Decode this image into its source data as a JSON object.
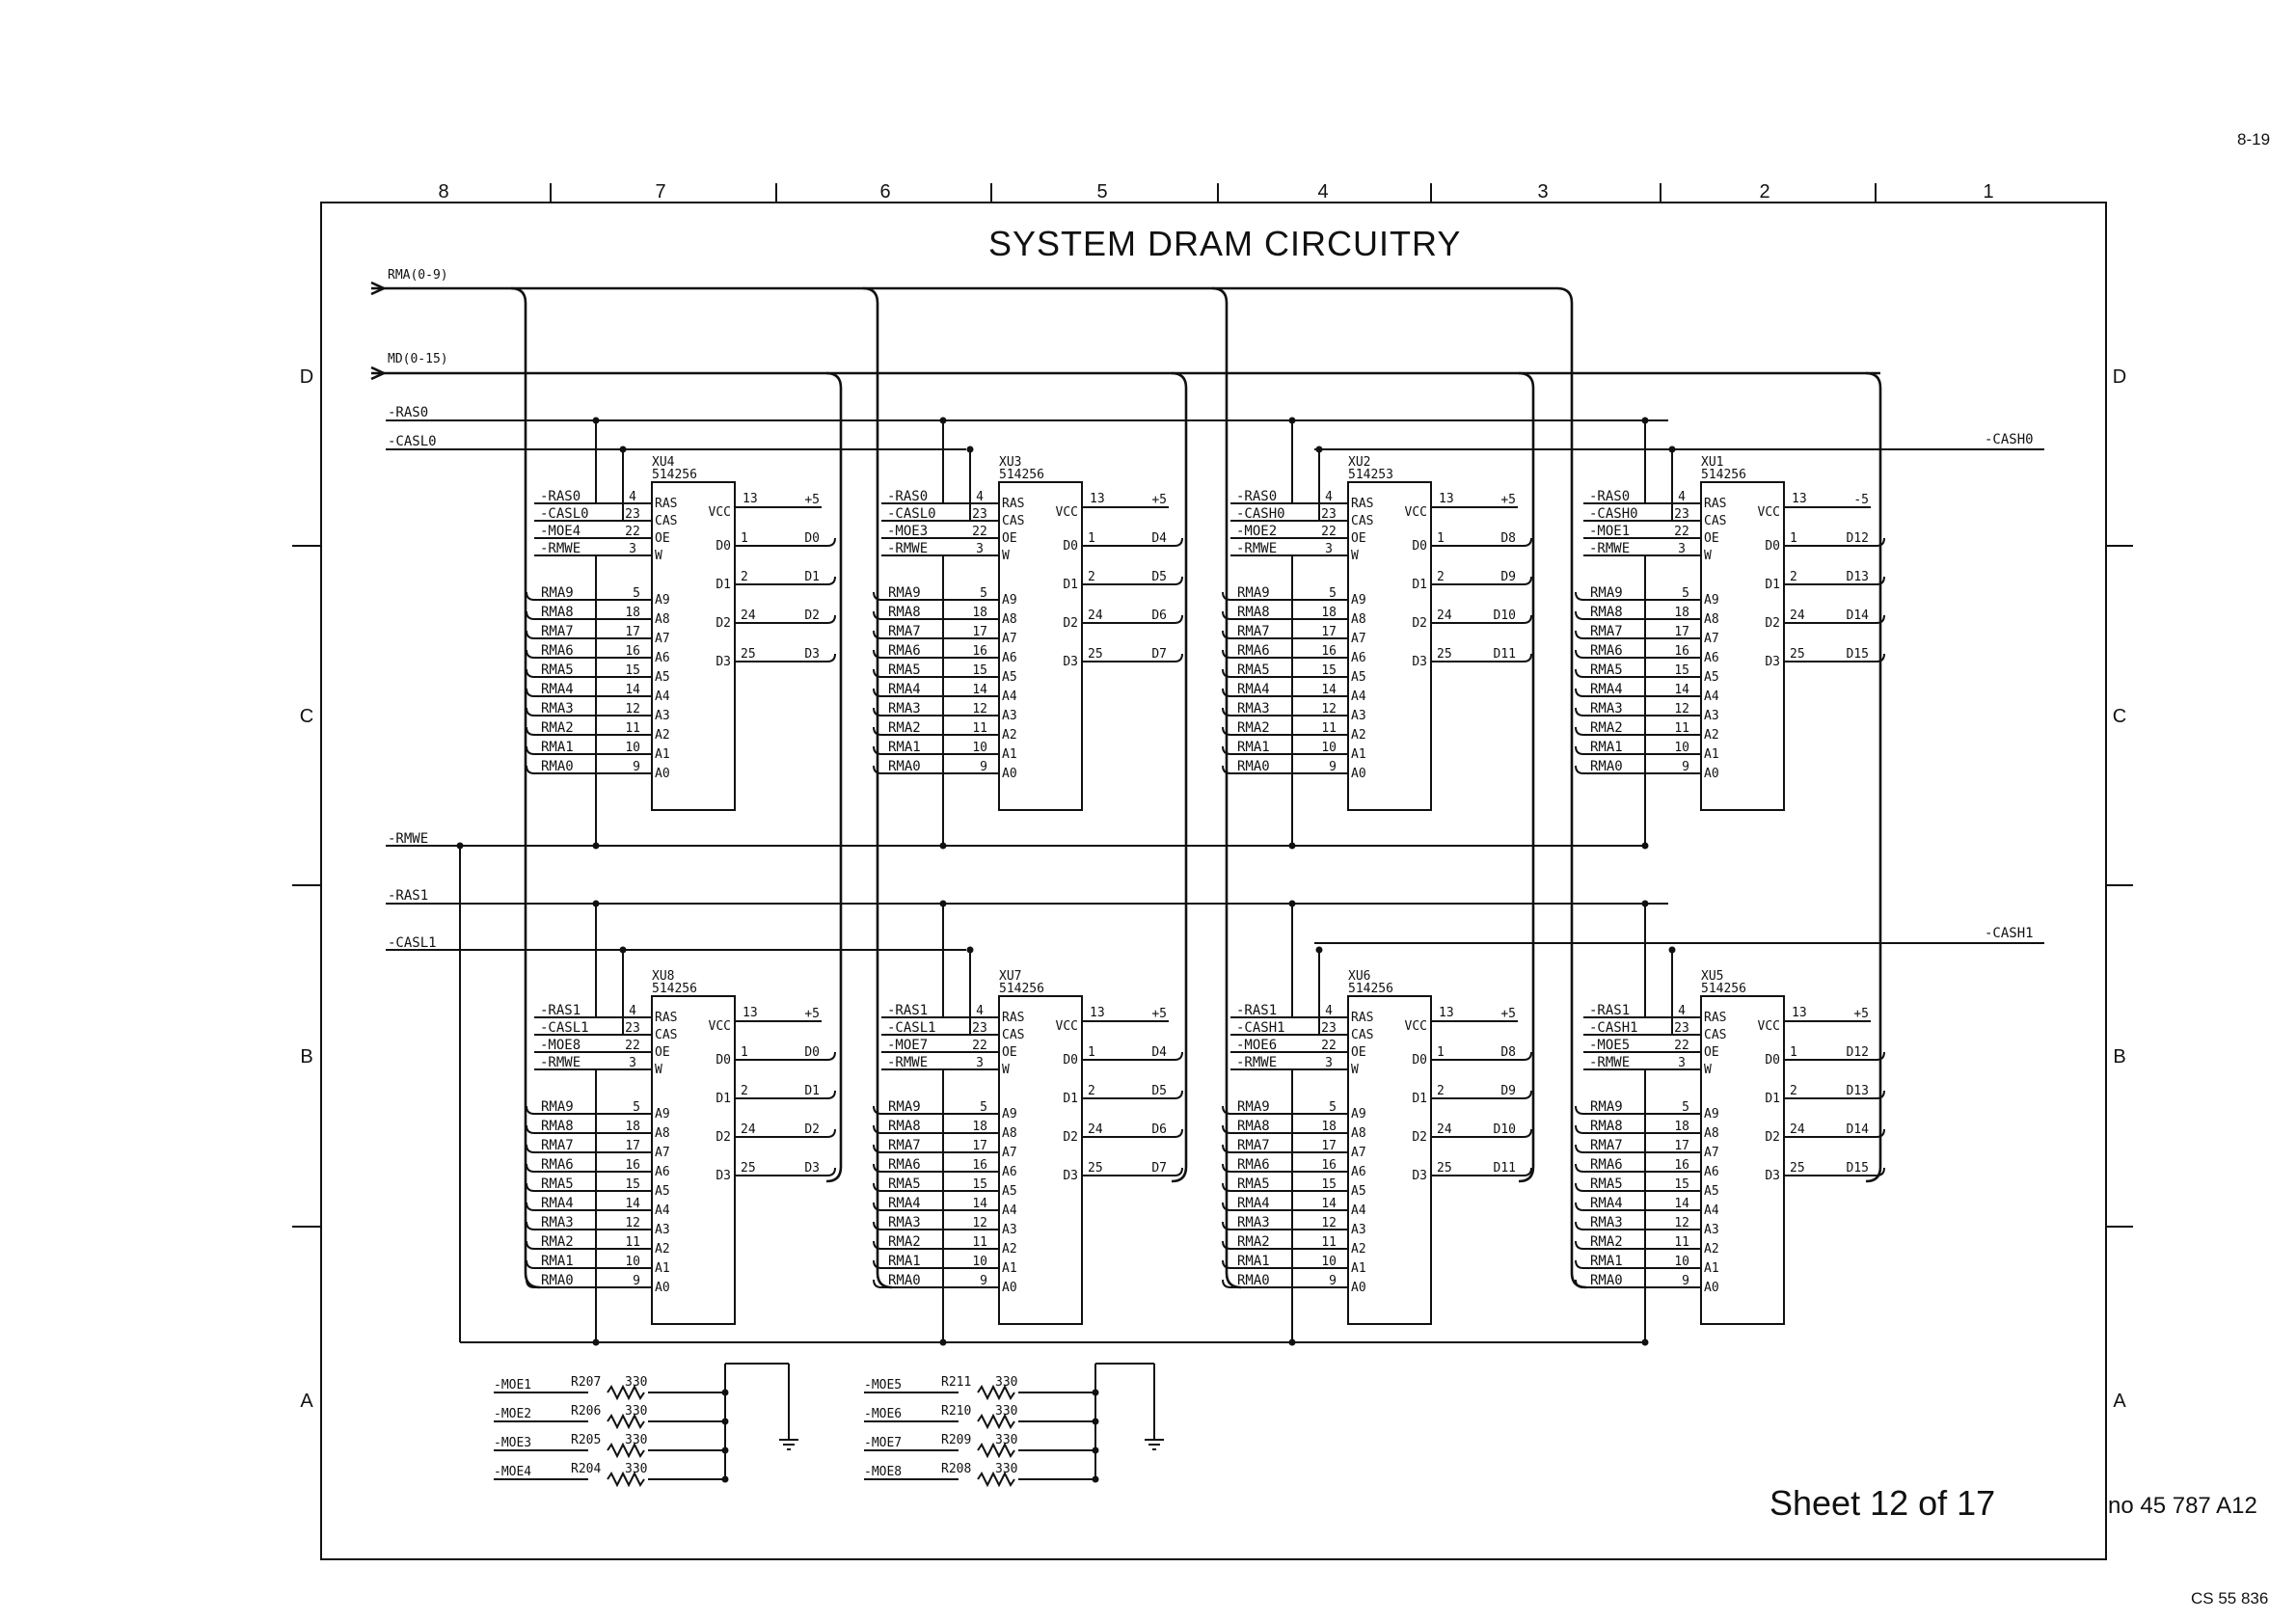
{
  "title": "SYSTEM DRAM CIRCUITRY",
  "sheet": "Sheet 12 of 17",
  "page_ref": "8-19",
  "doc_number": "no 45 787 A12",
  "footer_code": "CS 55 836",
  "columns": [
    "8",
    "7",
    "6",
    "5",
    "4",
    "3",
    "2",
    "1"
  ],
  "rows": [
    "D",
    "C",
    "B",
    "A"
  ],
  "bus_rma": "RMA(0-9)",
  "bus_md": "MD(0-15)",
  "global_signals": {
    "ras0": "-RAS0",
    "casl0": "-CASL0",
    "cash0": "-CASH0",
    "rmwe": "-RMWE",
    "ras1": "-RAS1",
    "casl1": "-CASL1",
    "cash1": "-CASH1"
  },
  "chips": [
    {
      "ref": "XU4",
      "part": "514256",
      "ras": "-RAS0",
      "cas": "-CASL0",
      "moe": "-MOE4",
      "rmwe": "-RMWE",
      "data": [
        "D0",
        "D1",
        "D2",
        "D3"
      ],
      "vcc": "+5"
    },
    {
      "ref": "XU3",
      "part": "514256",
      "ras": "-RAS0",
      "cas": "-CASL0",
      "moe": "-MOE3",
      "rmwe": "-RMWE",
      "data": [
        "D4",
        "D5",
        "D6",
        "D7"
      ],
      "vcc": "+5"
    },
    {
      "ref": "XU2",
      "part": "514253",
      "ras": "-RAS0",
      "cas": "-CASH0",
      "moe": "-MOE2",
      "rmwe": "-RMWE",
      "data": [
        "D8",
        "D9",
        "D10",
        "D11"
      ],
      "vcc": "+5"
    },
    {
      "ref": "XU1",
      "part": "514256",
      "ras": "-RAS0",
      "cas": "-CASH0",
      "moe": "-MOE1",
      "rmwe": "-RMWE",
      "data": [
        "D12",
        "D13",
        "D14",
        "D15"
      ],
      "vcc": "-5"
    },
    {
      "ref": "XU8",
      "part": "514256",
      "ras": "-RAS1",
      "cas": "-CASL1",
      "moe": "-MOE8",
      "rmwe": "-RMWE",
      "data": [
        "D0",
        "D1",
        "D2",
        "D3"
      ],
      "vcc": "+5"
    },
    {
      "ref": "XU7",
      "part": "514256",
      "ras": "-RAS1",
      "cas": "-CASL1",
      "moe": "-MOE7",
      "rmwe": "-RMWE",
      "data": [
        "D4",
        "D5",
        "D6",
        "D7"
      ],
      "vcc": "+5"
    },
    {
      "ref": "XU6",
      "part": "514256",
      "ras": "-RAS1",
      "cas": "-CASH1",
      "moe": "-MOE6",
      "rmwe": "-RMWE",
      "data": [
        "D8",
        "D9",
        "D10",
        "D11"
      ],
      "vcc": "+5"
    },
    {
      "ref": "XU5",
      "part": "514256",
      "ras": "-RAS1",
      "cas": "-CASH1",
      "moe": "-MOE5",
      "rmwe": "-RMWE",
      "data": [
        "D12",
        "D13",
        "D14",
        "D15"
      ],
      "vcc": "+5"
    }
  ],
  "pins": {
    "ras_pin": "4",
    "cas_pin": "23",
    "oe_pin": "22",
    "we_pin": "3",
    "vcc_pin": "13",
    "d_pins": [
      "1",
      "2",
      "24",
      "25"
    ],
    "addr_signals": [
      "RMA9",
      "RMA8",
      "RMA7",
      "RMA6",
      "RMA5",
      "RMA4",
      "RMA3",
      "RMA2",
      "RMA1",
      "RMA0"
    ],
    "addr_pins": [
      "5",
      "18",
      "17",
      "16",
      "15",
      "14",
      "12",
      "11",
      "10",
      "9"
    ],
    "addr_names": [
      "A9",
      "A8",
      "A7",
      "A6",
      "A5",
      "A4",
      "A3",
      "A2",
      "A1",
      "A0"
    ],
    "ctrl_names": [
      "RAS",
      "CAS",
      "OE",
      "W"
    ],
    "vcc_name": "VCC",
    "data_names": [
      "D0",
      "D1",
      "D2",
      "D3"
    ]
  },
  "resistors_left": [
    {
      "signal": "-MOE1",
      "ref": "R207",
      "value": "330"
    },
    {
      "signal": "-MOE2",
      "ref": "R206",
      "value": "330"
    },
    {
      "signal": "-MOE3",
      "ref": "R205",
      "value": "330"
    },
    {
      "signal": "-MOE4",
      "ref": "R204",
      "value": "330"
    }
  ],
  "resistors_right": [
    {
      "signal": "-MOE5",
      "ref": "R211",
      "value": "330"
    },
    {
      "signal": "-MOE6",
      "ref": "R210",
      "value": "330"
    },
    {
      "signal": "-MOE7",
      "ref": "R209",
      "value": "330"
    },
    {
      "signal": "-MOE8",
      "ref": "R208",
      "value": "330"
    }
  ]
}
